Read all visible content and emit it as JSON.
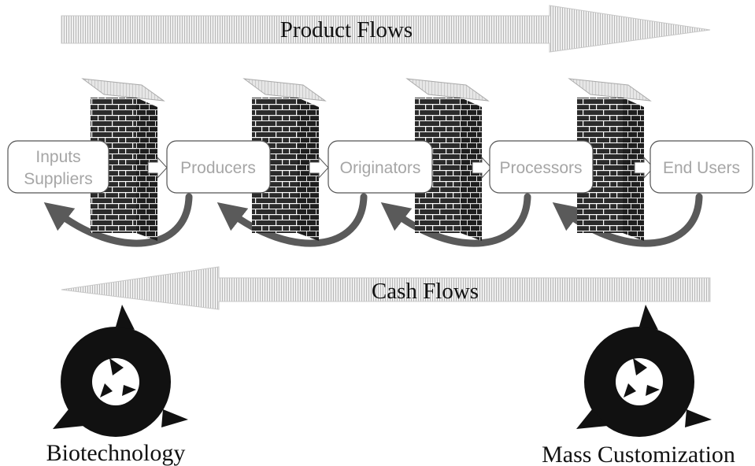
{
  "diagram": {
    "top_banner": "Product Flows",
    "bottom_banner": "Cash Flows",
    "chain": [
      {
        "line1": "Inputs",
        "line2": "Suppliers"
      },
      {
        "line1": "Producers"
      },
      {
        "line1": "Originators"
      },
      {
        "line1": "Processors"
      },
      {
        "line1": "End Users"
      }
    ],
    "drivers": [
      {
        "label": "Biotechnology",
        "icon": "cycle-icon"
      },
      {
        "label": "Mass Customization",
        "icon": "cycle-icon"
      }
    ],
    "colors": {
      "banner_fill": "#d8d8d8",
      "box_text": "#a6a6a6",
      "return_arrow": "#5a5a5a",
      "brick": "#2b2b2b",
      "mortar": "#ffffff",
      "icon": "#111111"
    }
  }
}
